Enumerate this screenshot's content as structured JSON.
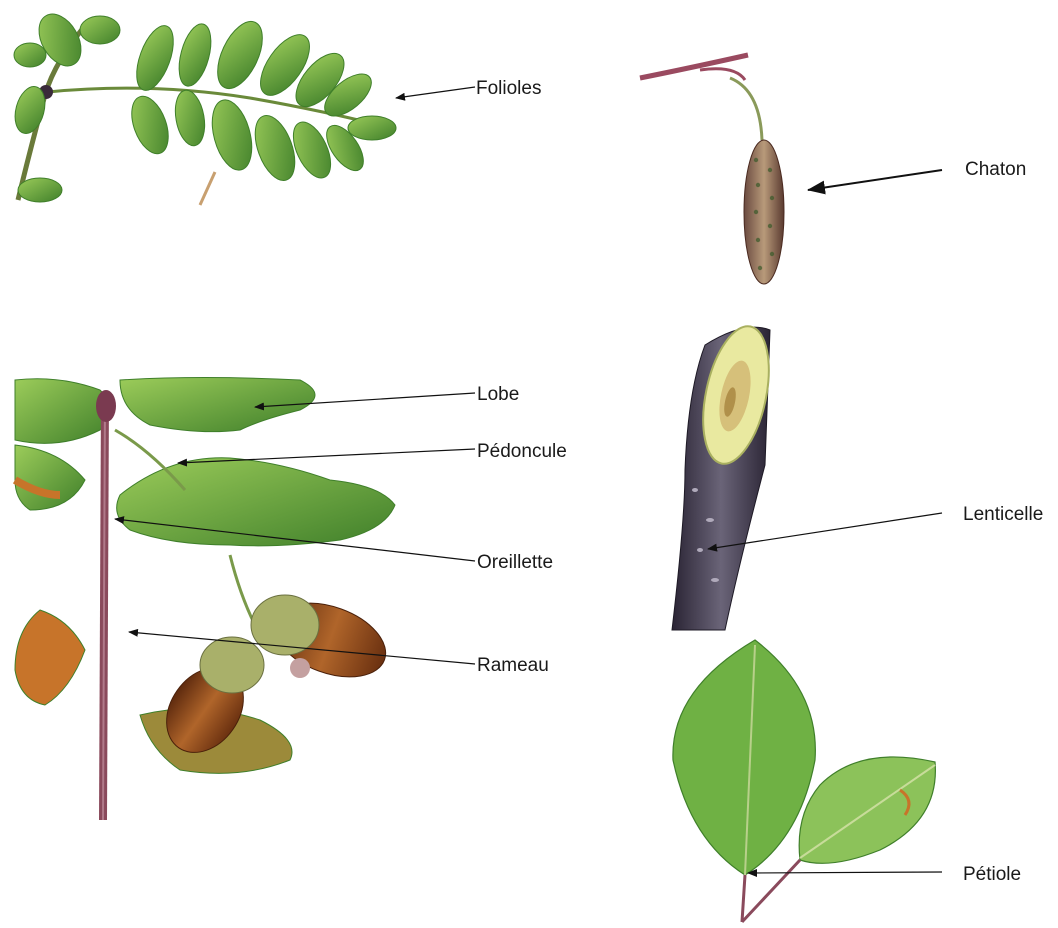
{
  "labels": {
    "folioles": "Folioles",
    "chaton": "Chaton",
    "lobe": "Lobe",
    "pedoncule": "Pédoncule",
    "oreillette": "Oreillette",
    "rameau": "Rameau",
    "lenticelle": "Lenticelle",
    "petiole": "Pétiole"
  },
  "colors": {
    "leaf_green": "#6fb144",
    "leaf_light": "#9ccc5a",
    "leaf_dark": "#3f7f2a",
    "twig_purple": "#8a4a5c",
    "bark_dark": "#3a3444",
    "acorn_brown": "#8b4a1c",
    "cupule": "#a9b06a",
    "autumn_orange": "#c7742a",
    "arrow": "#111111"
  }
}
